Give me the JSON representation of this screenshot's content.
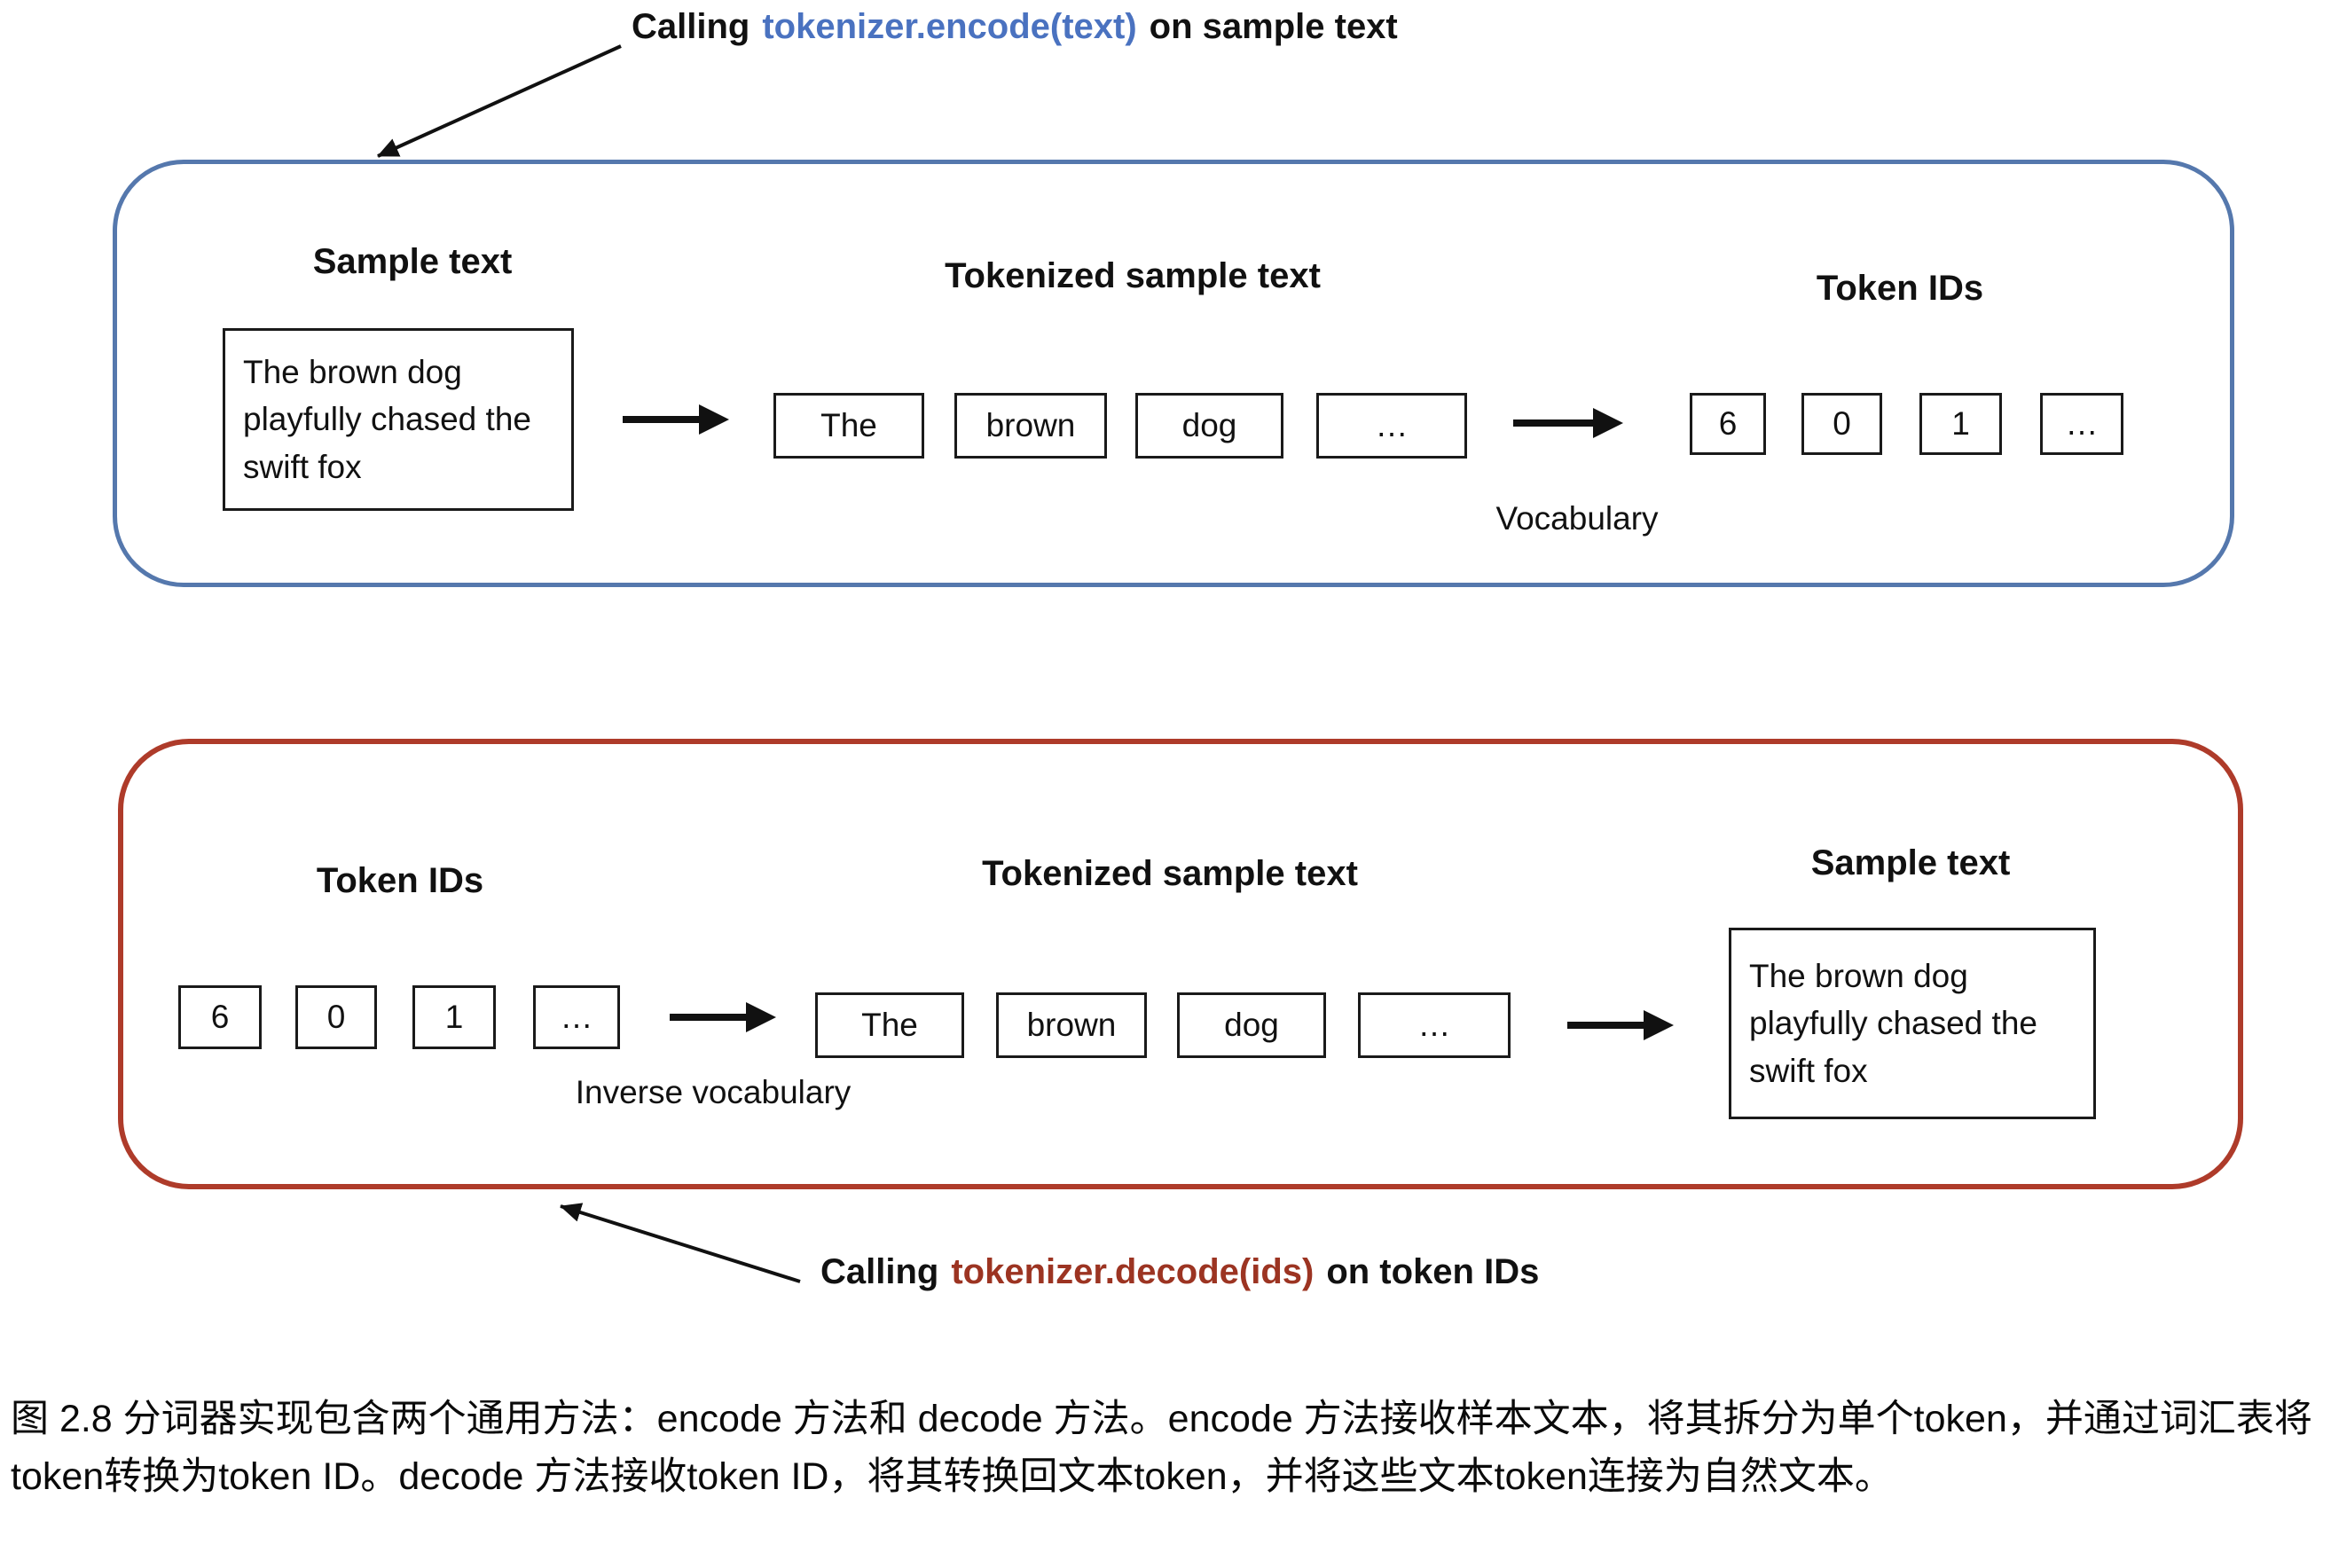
{
  "annotations": {
    "encode": {
      "prefix": "Calling",
      "code": "tokenizer.encode(text)",
      "suffix": "on sample text",
      "code_color": "#4a72c0"
    },
    "decode": {
      "prefix": "Calling",
      "code": "tokenizer.decode(ids)",
      "suffix": "on token IDs",
      "code_color": "#9c3422"
    }
  },
  "encode_flow": {
    "border_color": "#5578ad",
    "sample_label": "Sample text",
    "sample_text": "The brown dog playfully chased the swift fox",
    "tokenized_label": "Tokenized sample text",
    "tokens": [
      "The",
      "brown",
      "dog",
      "…"
    ],
    "ids_label": "Token IDs",
    "ids": [
      "6",
      "0",
      "1",
      "…"
    ],
    "vocab_label": "Vocabulary"
  },
  "decode_flow": {
    "border_color": "#ae3b2a",
    "ids_label": "Token IDs",
    "ids": [
      "6",
      "0",
      "1",
      "…"
    ],
    "inverse_vocab_label": "Inverse vocabulary",
    "tokenized_label": "Tokenized sample text",
    "tokens": [
      "The",
      "brown",
      "dog",
      "…"
    ],
    "sample_label": "Sample text",
    "sample_text": "The brown dog playfully chased the swift fox"
  },
  "figure": {
    "caption": "图 2.8 分词器实现包含两个通用方法：encode 方法和 decode 方法。encode 方法接收样本文本，将其拆分为单个token，并通过词汇表将token转换为token ID。decode 方法接收token ID，将其转换回文本token，并将这些文本token连接为自然文本。"
  }
}
